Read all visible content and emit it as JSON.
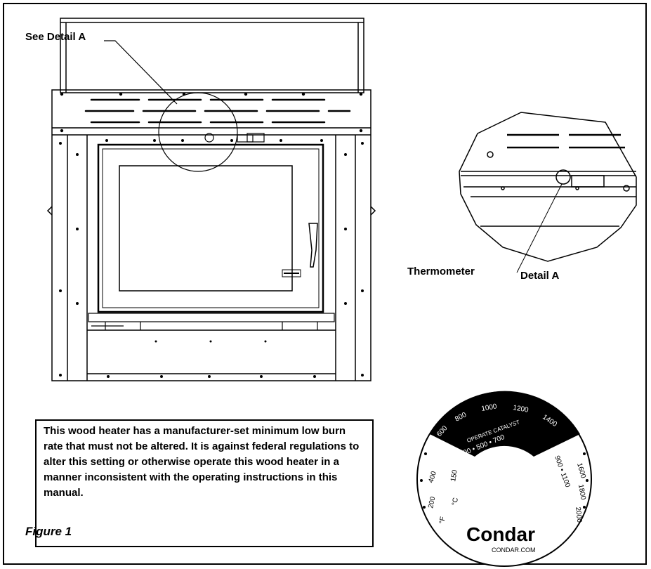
{
  "labels": {
    "see_detail": "See Detail A",
    "thermometer": "Thermometer",
    "detail_a": "Detail A",
    "figure": "Figure 1"
  },
  "notice": {
    "text": "This wood heater has a manufacturer-set minimum low burn rate that must not be altered. It is against federal regulations to alter this setting or otherwise operate this wood heater in a manner inconsistent with the operating instructions in this manual."
  },
  "gauge": {
    "top_scale": "600 800 1000 1200 1400",
    "catalyst_label": "OPERATE CATALYST",
    "c_scale": "300 • 500 • 700",
    "f_left": "400 200 100",
    "c_left": "150 °C",
    "f_unit": "°F",
    "right_scale": "1600 1800 2000",
    "right_c": "900 • 1100",
    "brand": "Condar",
    "brand_url": "CONDAR.COM"
  },
  "colors": {
    "ink": "#000000",
    "paper": "#ffffff",
    "watermark": "#c8c8c8"
  }
}
